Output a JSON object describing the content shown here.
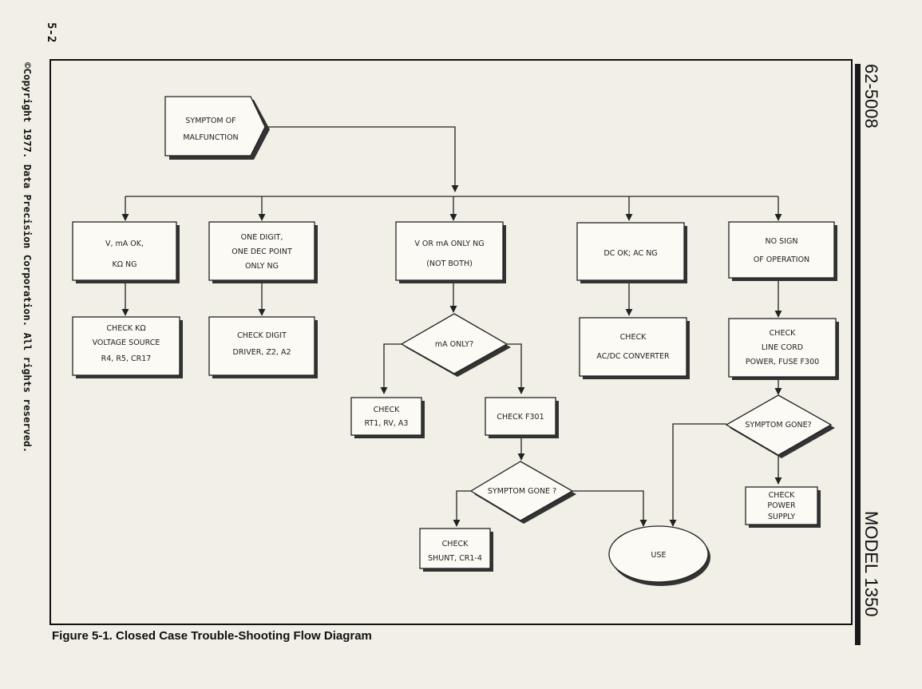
{
  "page": {
    "page_number": "5-2",
    "copyright": "©Copyright 1977. Data Precision Corporation. All rights reserved.",
    "doc_number": "62-5008",
    "model": "MODEL 1350",
    "caption": "Figure 5-1.  Closed Case Trouble-Shooting Flow Diagram"
  },
  "nodes": {
    "start": [
      "SYMPTOM OF",
      "MALFUNCTION"
    ],
    "b1": [
      "V, mA OK,",
      "KΩ NG"
    ],
    "b2": [
      "ONE DIGIT,",
      "ONE DEC POINT",
      "ONLY NG"
    ],
    "b3": [
      "V OR mA ONLY NG",
      "(NOT BOTH)"
    ],
    "b4": [
      "DC OK;  AC NG"
    ],
    "b5": [
      "NO SIGN",
      "OF OPERATION"
    ],
    "c1": [
      "CHECK KΩ",
      "VOLTAGE SOURCE",
      "R4, R5, CR17"
    ],
    "c2": [
      "CHECK DIGIT",
      "DRIVER, Z2, A2"
    ],
    "c4": [
      "CHECK",
      "AC/DC CONVERTER"
    ],
    "c5": [
      "CHECK",
      "LINE CORD",
      "POWER, FUSE F300"
    ],
    "d1": [
      "mA ONLY?"
    ],
    "c3a": [
      "CHECK",
      "RT1, RV, A3"
    ],
    "c3b": [
      "CHECK F301"
    ],
    "d2": [
      "SYMPTOM GONE ?"
    ],
    "d3": [
      "SYMPTOM GONE?"
    ],
    "shunt": [
      "CHECK",
      "SHUNT, CR1-4"
    ],
    "psu": [
      "CHECK",
      "POWER",
      "SUPPLY"
    ],
    "use": [
      "USE"
    ]
  }
}
